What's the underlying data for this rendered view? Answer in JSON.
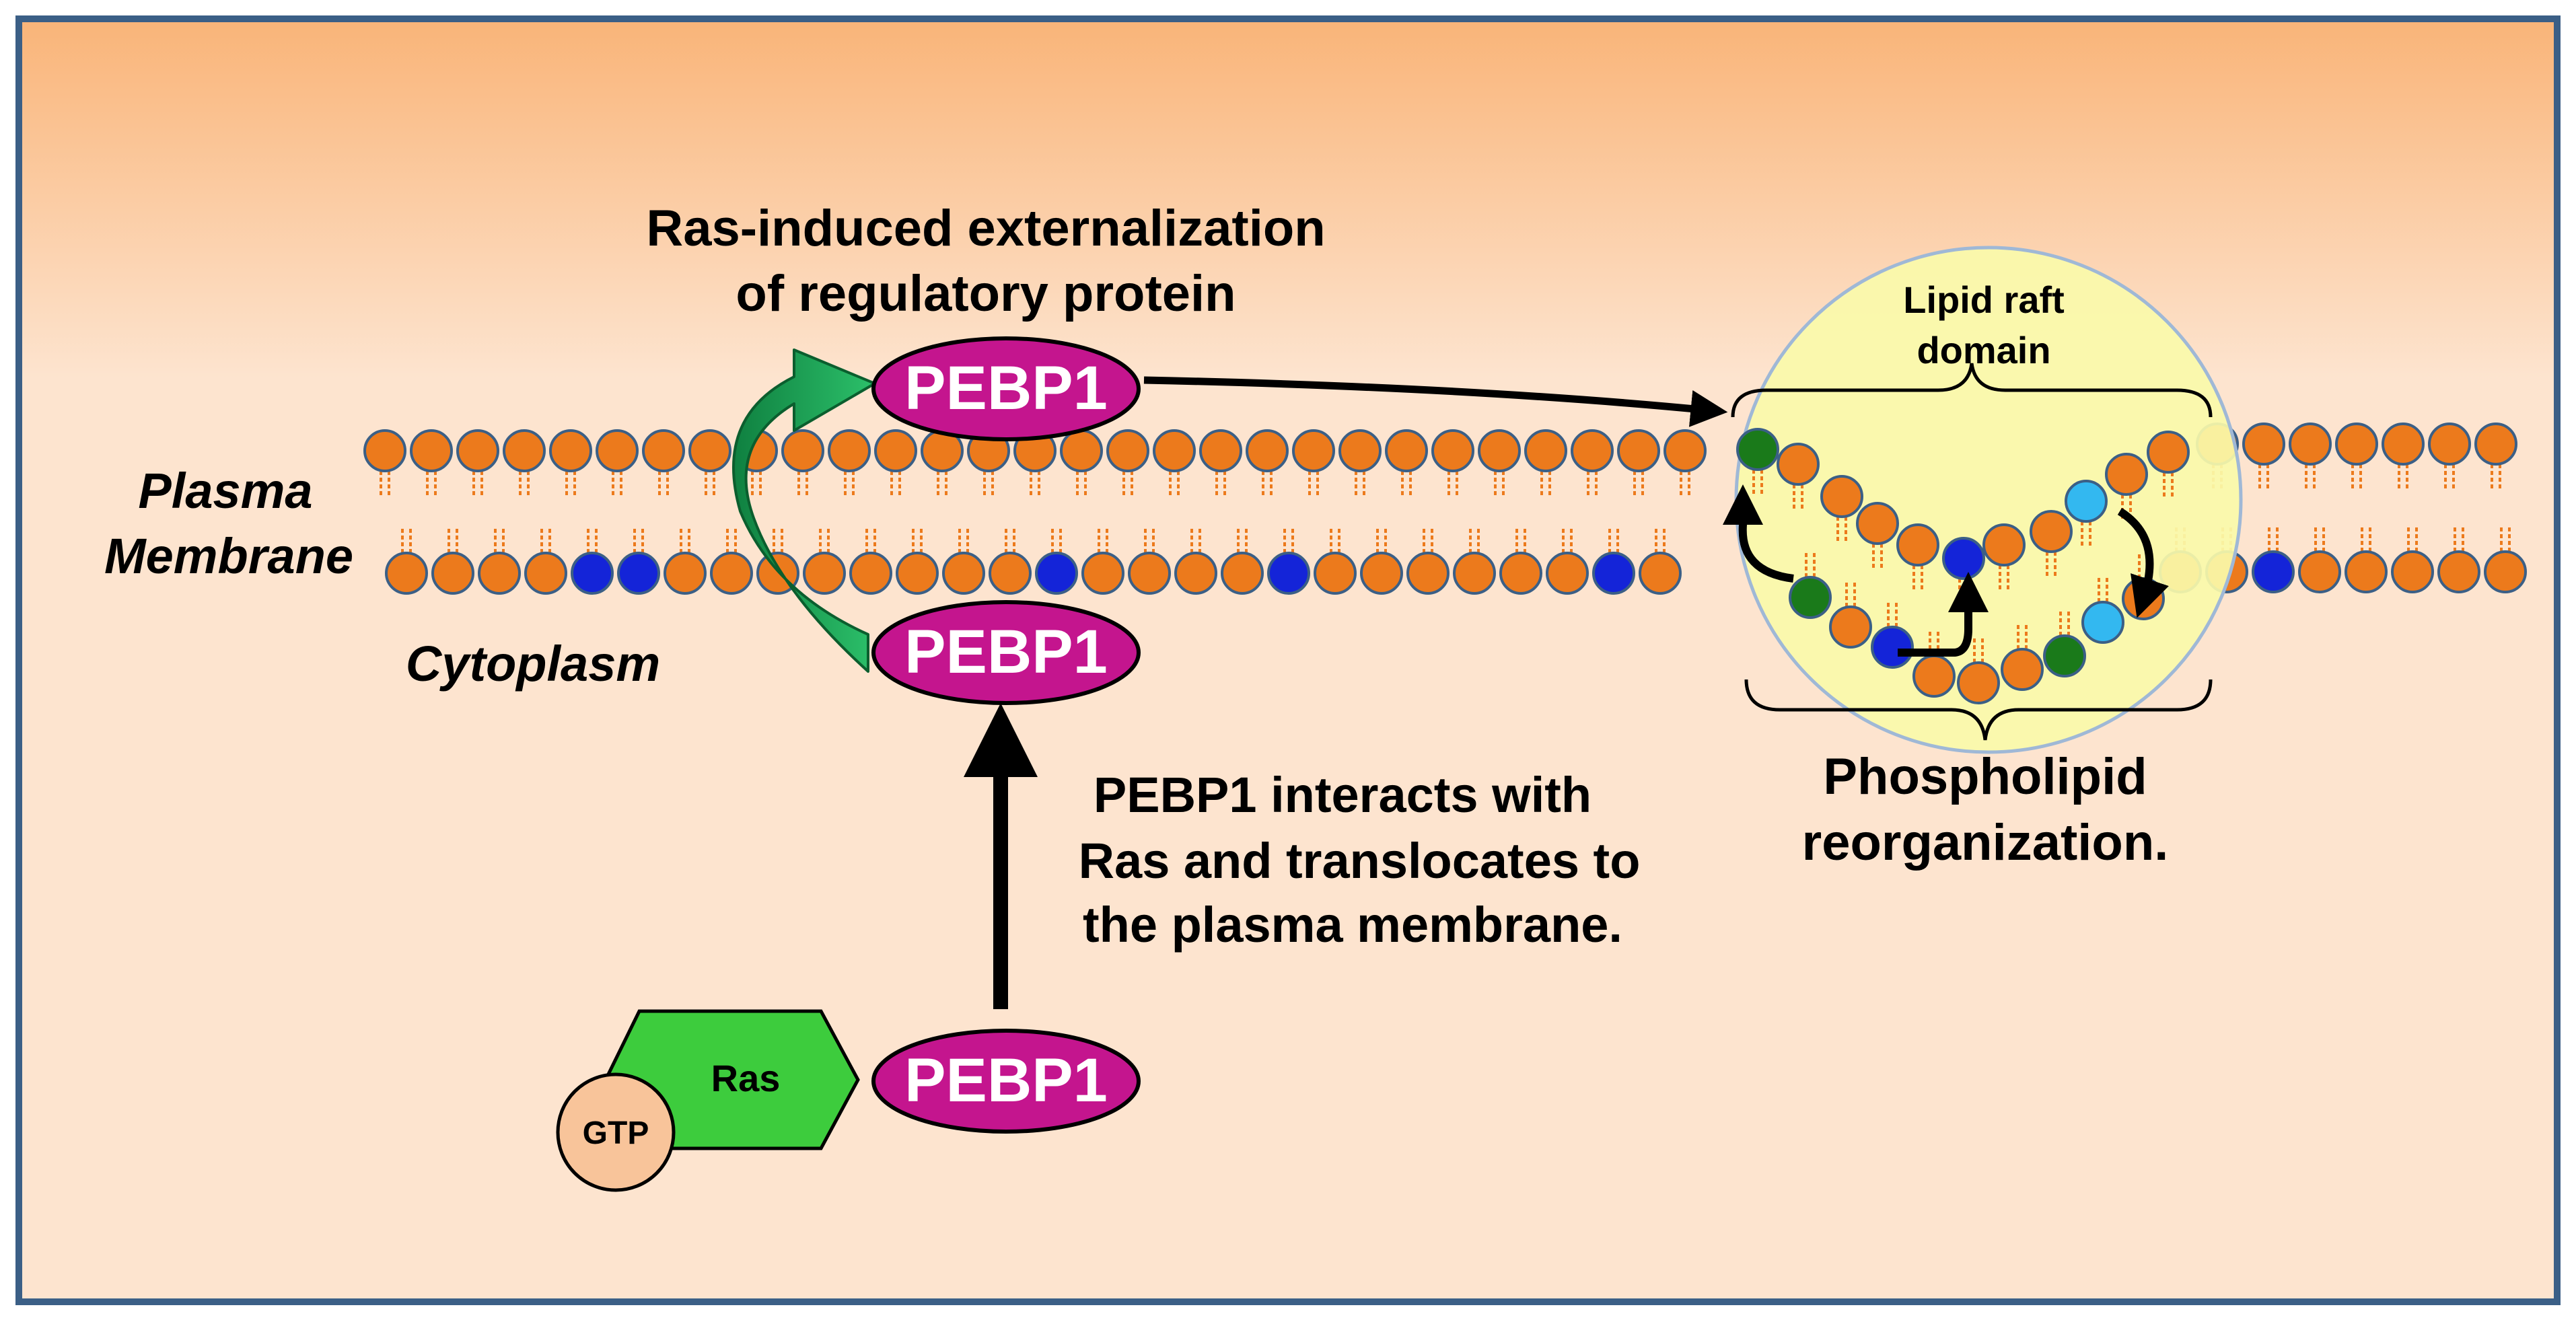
{
  "labels": {
    "externalization_line1": "Ras-induced externalization",
    "externalization_line2": "of regulatory protein",
    "plasma": "Plasma",
    "membrane": "Membrane",
    "cytoplasm": "Cytoplasm",
    "raft_line1": "Lipid raft",
    "raft_line2": "domain",
    "phospholipid_line1": "Phospholipid",
    "phospholipid_line2": "reorganization.",
    "interaction_line1": "PEBP1 interacts with",
    "interaction_line2": "Ras and translocates to",
    "interaction_line3": "the plasma membrane.",
    "ras": "Ras",
    "gtp": "GTP"
  },
  "proteins": {
    "pebp1_outer": "PEBP1",
    "pebp1_inner": "PEBP1",
    "pebp1_complex": "PEBP1"
  },
  "colors": {
    "background_top": "#f9b478",
    "background_bottom": "#fde4cf",
    "frame": "#3b5f86",
    "lipid_orange": "#ec7a1c",
    "lipid_blue": "#1424d8",
    "lipid_green": "#1a7a1a",
    "lipid_cyan": "#33b8f0",
    "pebp1": "#c4158e",
    "ras": "#3dcc3d",
    "gtp": "#f8c49a",
    "raft": "#fafaaa",
    "arrow_green": "#1aa056"
  }
}
